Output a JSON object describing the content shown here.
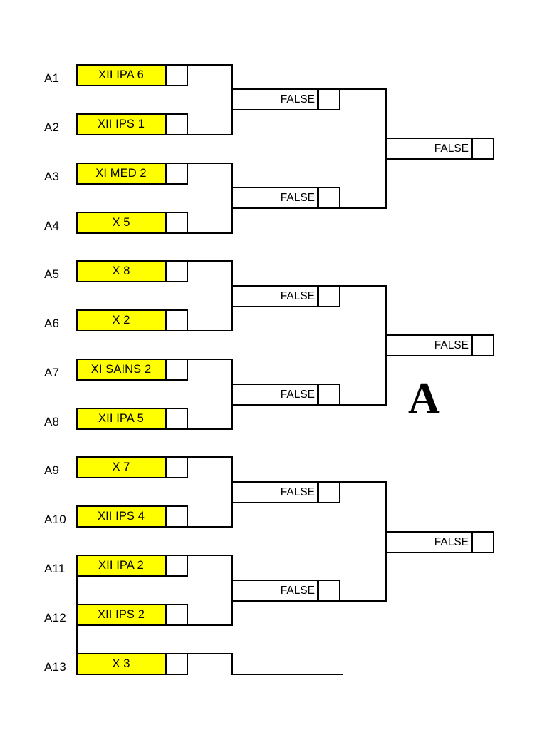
{
  "bracket": {
    "group_letter": "A",
    "placeholder_result": "FALSE",
    "colors": {
      "team_plate": "#FFFF00",
      "line": "#000000",
      "background": "#FFFFFF"
    },
    "seeds": [
      {
        "code": "A1",
        "team": "XII IPA 6",
        "score": ""
      },
      {
        "code": "A2",
        "team": "XII IPS 1",
        "score": ""
      },
      {
        "code": "A3",
        "team": "XI MED 2",
        "score": ""
      },
      {
        "code": "A4",
        "team": "X 5",
        "score": ""
      },
      {
        "code": "A5",
        "team": "X 8",
        "score": ""
      },
      {
        "code": "A6",
        "team": "X 2",
        "score": ""
      },
      {
        "code": "A7",
        "team": "XI SAINS 2",
        "score": ""
      },
      {
        "code": "A8",
        "team": "XII IPA 5",
        "score": ""
      },
      {
        "code": "A9",
        "team": "X 7",
        "score": ""
      },
      {
        "code": "A10",
        "team": "XII IPS 4",
        "score": ""
      },
      {
        "code": "A11",
        "team": "XII IPA 2",
        "score": ""
      },
      {
        "code": "A12",
        "team": "XII IPS 2",
        "score": ""
      },
      {
        "code": "A13",
        "team": "X 3",
        "score": ""
      }
    ],
    "round2": [
      {
        "id": "r2-m1",
        "from": [
          "A1",
          "A2"
        ],
        "result": "FALSE",
        "score": ""
      },
      {
        "id": "r2-m2",
        "from": [
          "A3",
          "A4"
        ],
        "result": "FALSE",
        "score": ""
      },
      {
        "id": "r2-m3",
        "from": [
          "A5",
          "A6"
        ],
        "result": "FALSE",
        "score": ""
      },
      {
        "id": "r2-m4",
        "from": [
          "A7",
          "A8"
        ],
        "result": "FALSE",
        "score": ""
      },
      {
        "id": "r2-m5",
        "from": [
          "A9",
          "A10"
        ],
        "result": "FALSE",
        "score": ""
      },
      {
        "id": "r2-m6",
        "from": [
          "A11",
          "A12"
        ],
        "result": "FALSE",
        "score": ""
      }
    ],
    "round3": [
      {
        "id": "r3-m1",
        "from": [
          "r2-m1",
          "r2-m2"
        ],
        "result": "FALSE",
        "score": ""
      },
      {
        "id": "r3-m2",
        "from": [
          "r2-m3",
          "r2-m4"
        ],
        "result": "FALSE",
        "score": ""
      },
      {
        "id": "r3-m3",
        "from": [
          "r2-m5",
          "r2-m6"
        ],
        "result": "FALSE",
        "score": ""
      }
    ]
  }
}
